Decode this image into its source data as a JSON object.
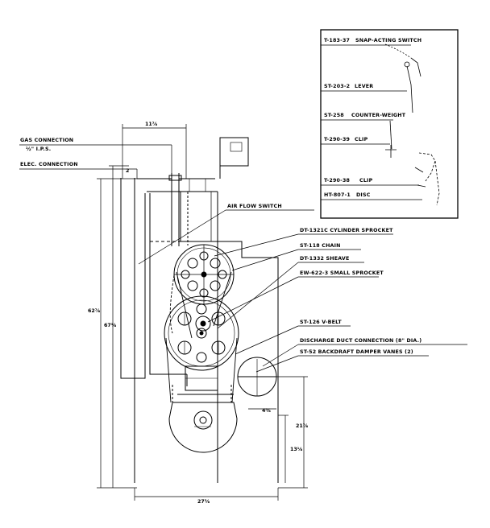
{
  "title": "",
  "colors": {
    "ink": "#000000",
    "paper": "#ffffff"
  },
  "inset": {
    "parts": [
      {
        "part_no": "T-183-37",
        "name": "SNAP-ACTING SWITCH"
      },
      {
        "part_no": "ST-203-2",
        "name": "LEVER"
      },
      {
        "part_no": "ST-258",
        "name": "COUNTER-WEIGHT"
      },
      {
        "part_no": "T-290-39",
        "name": "CLIP"
      },
      {
        "part_no": "T-290-38",
        "name": "CLIP"
      },
      {
        "part_no": "HT-807-1",
        "name": "DISC"
      }
    ]
  },
  "left_callouts": {
    "gas_connection": "GAS CONNECTION",
    "gas_size": "½\" I.P.S.",
    "elec_connection": "ELEC. CONNECTION"
  },
  "callouts": {
    "air_flow_switch": "AIR FLOW SWITCH",
    "cylinder_sprocket": "DT-1321C CYLINDER SPROCKET",
    "chain": "ST-118 CHAIN",
    "sheave": "DT-1332 SHEAVE",
    "small_sprocket": "EW-622-3 SMALL SPROCKET",
    "v_belt": "ST-126 V-BELT",
    "discharge": "DISCHARGE DUCT CONNECTION (8\" DIA.)",
    "damper": "ST-52 BACKDRAFT DAMPER VANES (2)"
  },
  "dimensions": {
    "top_width": "11⅞",
    "elec_offset": "2",
    "height_outer": "62⅞",
    "height_inner": "67⅛",
    "duct_offset": "4⅝",
    "duct_height": "21⅞",
    "base_height": "13⅛",
    "bottom_width": "27⅜"
  }
}
